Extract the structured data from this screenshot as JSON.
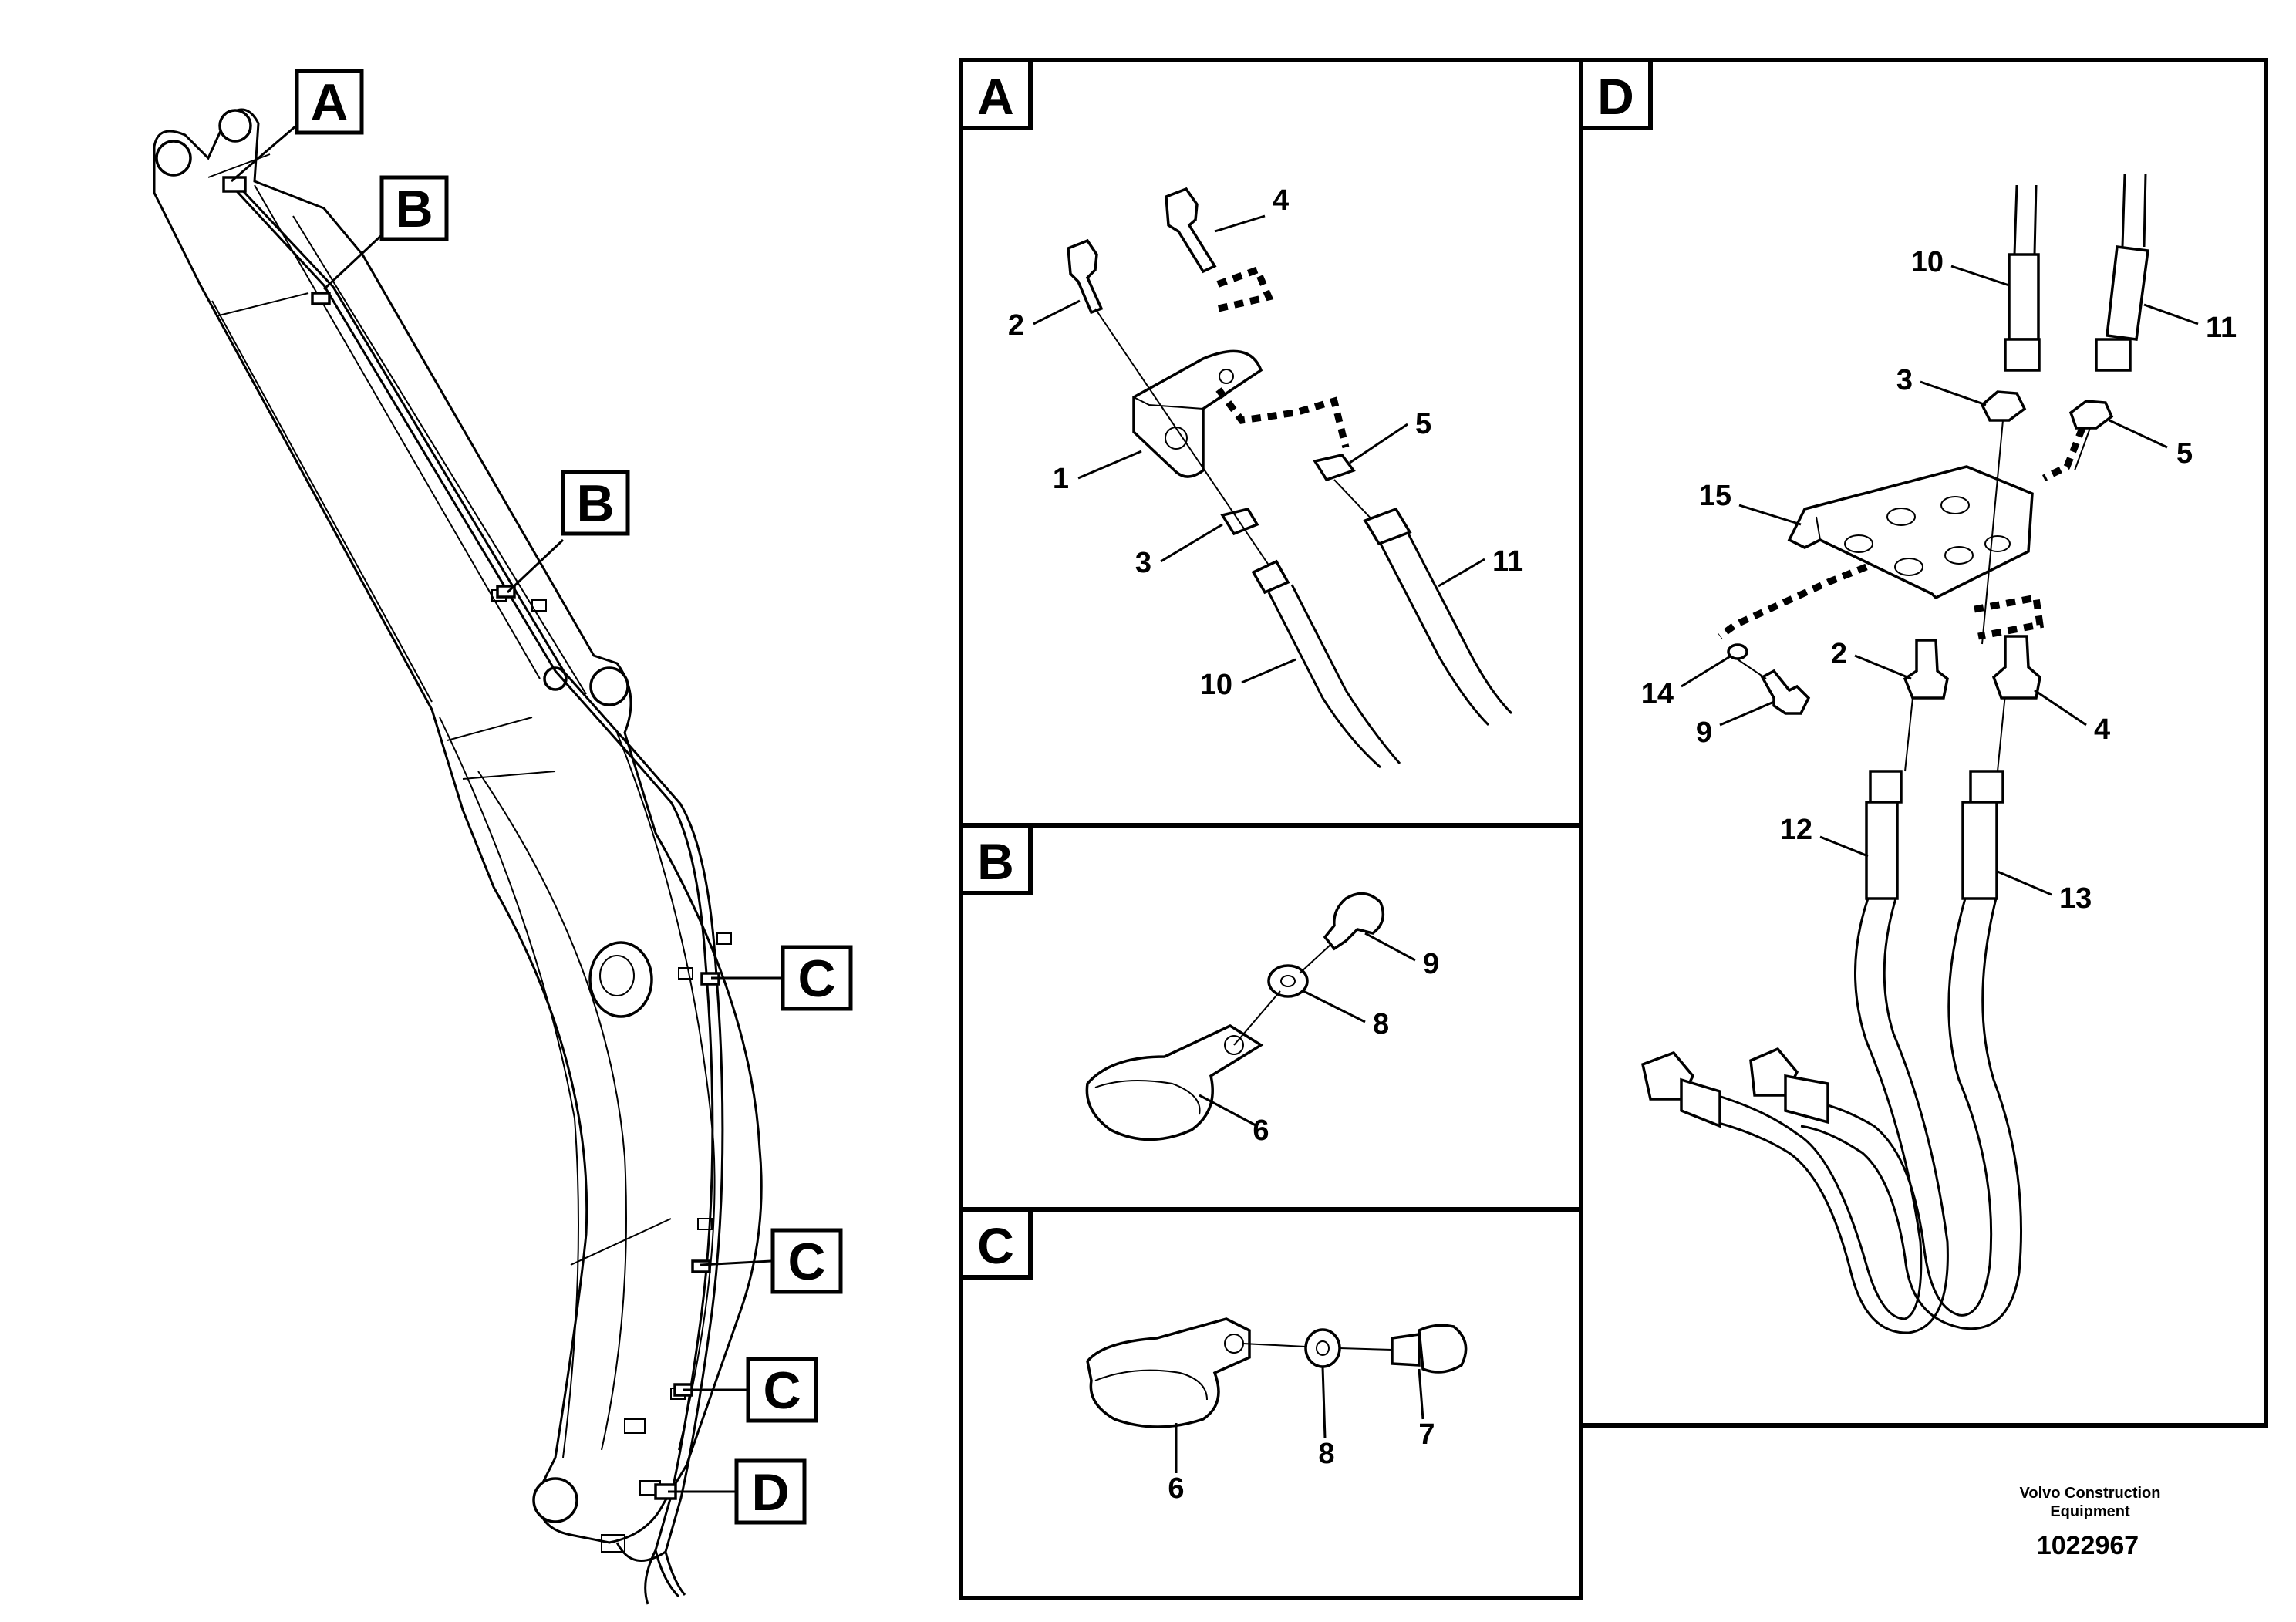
{
  "main_view": {
    "labels": {
      "A": "A",
      "B1": "B",
      "B2": "B",
      "C1": "C",
      "C2": "C",
      "C3": "C",
      "D": "D"
    }
  },
  "panels": {
    "A": {
      "title": "A",
      "callouts": {
        "p1": "1",
        "p2": "2",
        "p3": "3",
        "p4": "4",
        "p5": "5",
        "p10": "10",
        "p11": "11"
      }
    },
    "B": {
      "title": "B",
      "callouts": {
        "p6": "6",
        "p8": "8",
        "p9": "9"
      }
    },
    "C": {
      "title": "C",
      "callouts": {
        "p6": "6",
        "p7": "7",
        "p8": "8"
      }
    },
    "D": {
      "title": "D",
      "callouts": {
        "p2": "2",
        "p3": "3",
        "p4": "4",
        "p5": "5",
        "p9": "9",
        "p10": "10",
        "p11": "11",
        "p12": "12",
        "p13": "13",
        "p14": "14",
        "p15": "15"
      }
    }
  },
  "footer": {
    "company_line1": "Volvo Construction",
    "company_line2": "Equipment",
    "document_number": "1022967"
  }
}
